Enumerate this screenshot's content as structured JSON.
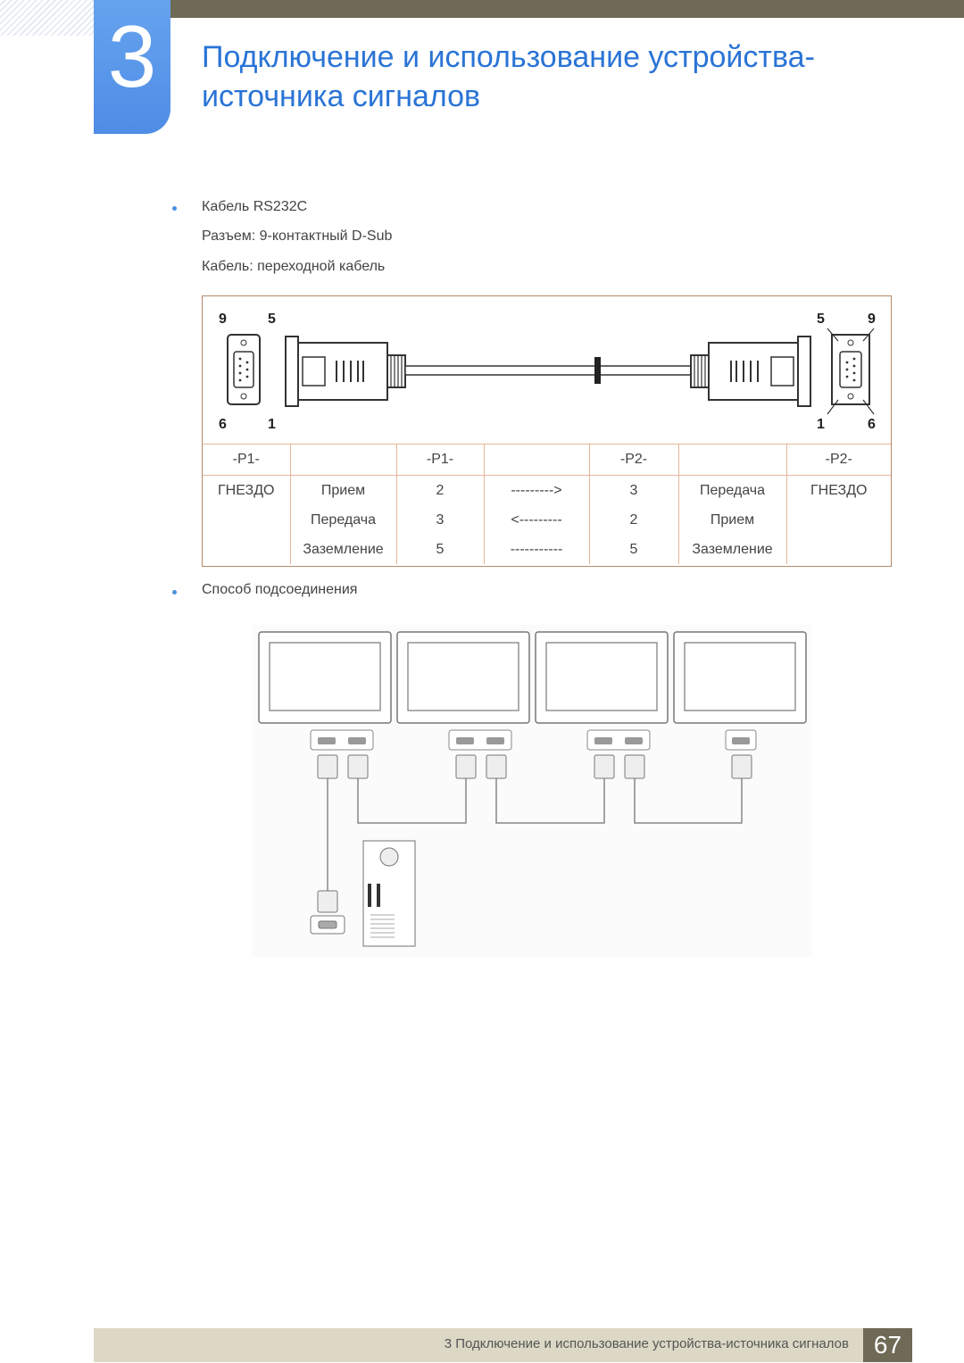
{
  "chapter": {
    "number": "3",
    "title_line1": "Подключение и использование устройства-",
    "title_line2": "источника сигналов"
  },
  "content": {
    "bullet1_label": "Кабель RS232C",
    "connector_line": "Разъем: 9-контактный D-Sub",
    "cable_line": "Кабель: переходной кабель",
    "bullet2_label": "Способ подсоединения"
  },
  "cable_diagram": {
    "left_pin_top_left": "9",
    "left_pin_top_right": "5",
    "left_pin_bottom_left": "6",
    "left_pin_bottom_right": "1",
    "right_pin_top_left": "5",
    "right_pin_top_right": "9",
    "right_pin_bottom_left": "1",
    "right_pin_bottom_right": "6"
  },
  "pin_table": {
    "header": [
      "-P1-",
      "",
      "-P1-",
      "",
      "-P2-",
      "",
      "-P2-"
    ],
    "rows": [
      [
        "ГНЕЗДО",
        "Прием",
        "2",
        "--------->",
        "3",
        "Передача",
        "ГНЕЗДО"
      ],
      [
        "",
        "Передача",
        "3",
        "<---------",
        "2",
        "Прием",
        ""
      ],
      [
        "",
        "Заземление",
        "5",
        "-----------",
        "5",
        "Заземление",
        ""
      ]
    ]
  },
  "footer": {
    "text": "3 Подключение и использование устройства-источника сигналов",
    "page_number": "67"
  },
  "colors": {
    "accent_blue": "#2a74d6",
    "chapter_box": "#5b98ea",
    "bar_olive": "#6e6a55",
    "footer_bg": "#dcd8c5",
    "table_border": "#e5b79c"
  }
}
